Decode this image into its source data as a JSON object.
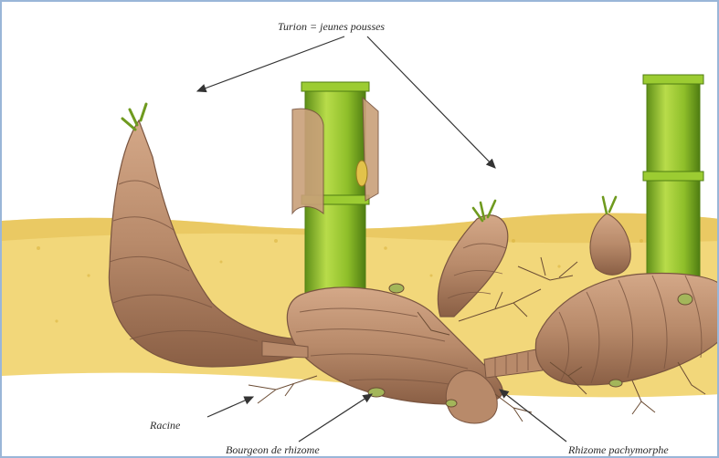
{
  "labels": {
    "turion": "Turion = jeunes pousses",
    "racine": "Racine",
    "bourgeon": "Bourgeon de rhizome",
    "rhizome": "Rhizome pachymorphe"
  },
  "colors": {
    "border": "#9ab6d8",
    "soil": "#f2d77a",
    "soil_dark": "#d9b23c",
    "rhizome": "#b88a6a",
    "rhizome_dark": "#7a5540",
    "culm": "#8fbf2a",
    "culm_dark": "#4f7d12",
    "root": "#6b4c34",
    "arrow": "#333333"
  }
}
